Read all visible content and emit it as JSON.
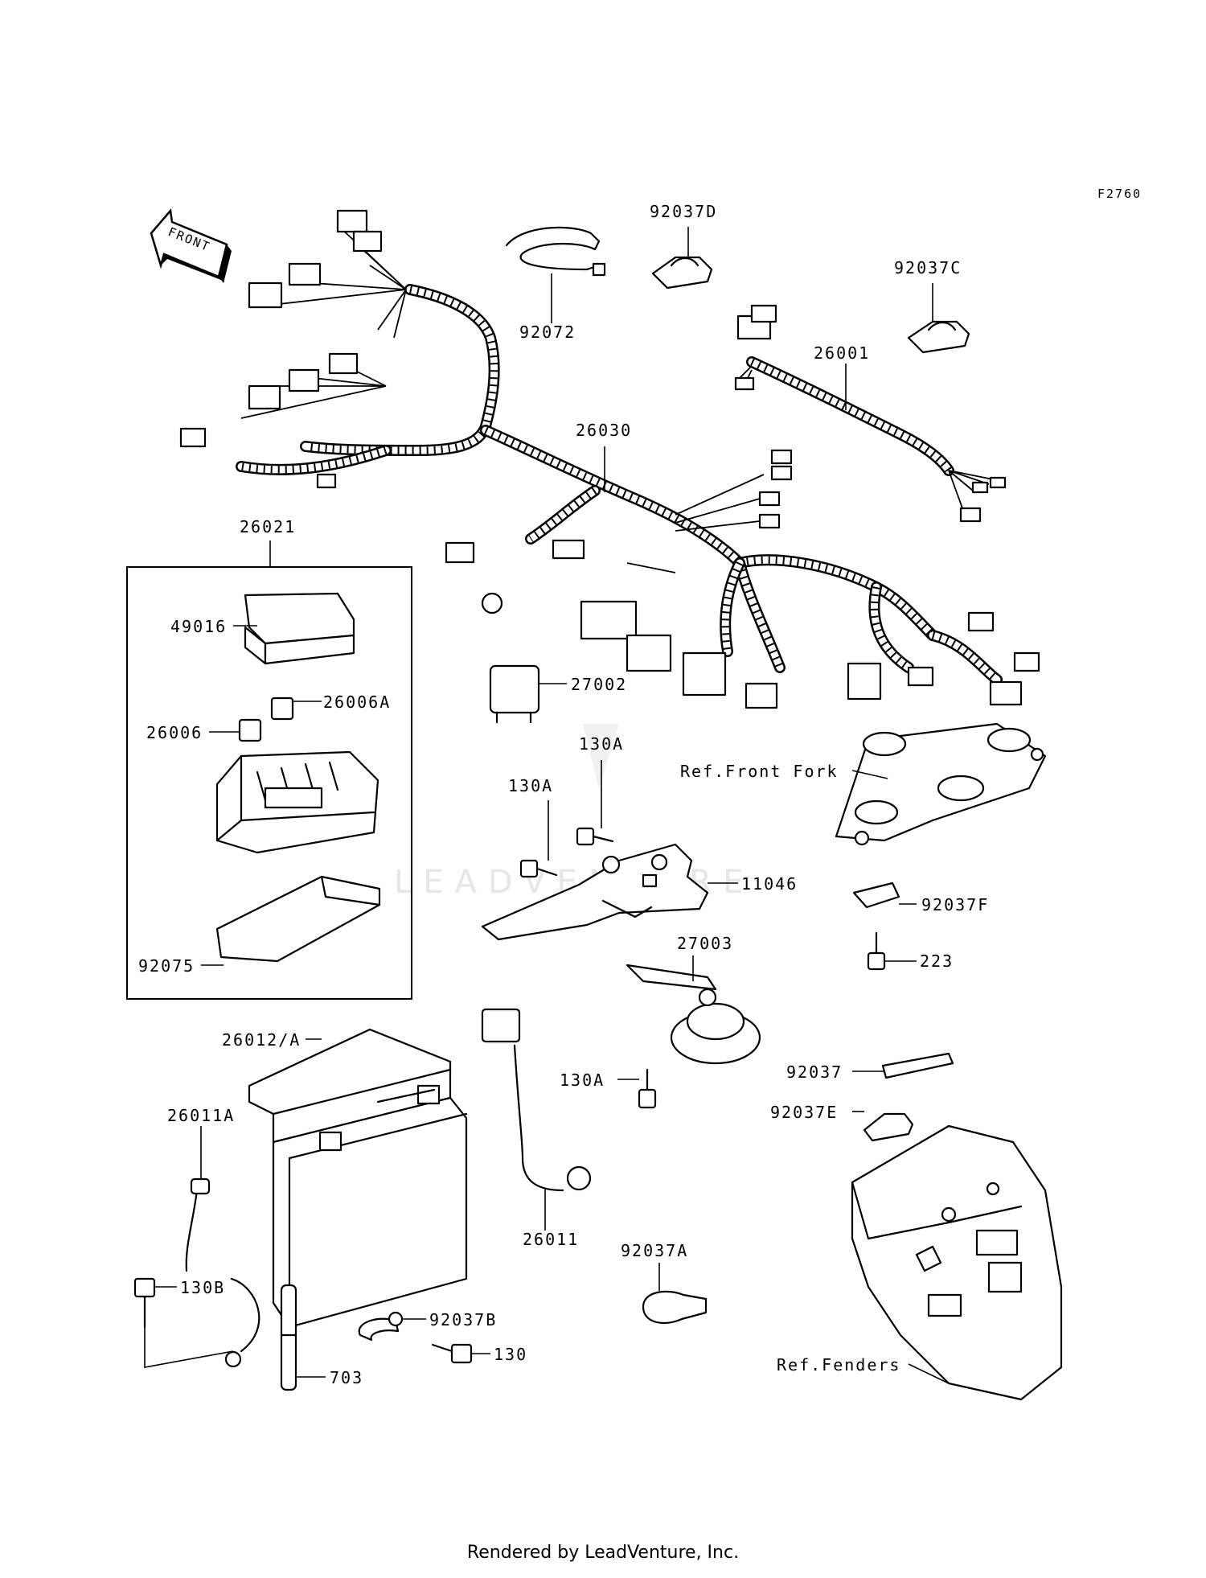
{
  "figure_code": "F2760",
  "front_label": "FRONT",
  "watermark": "LEADVENTURE",
  "footer": "Rendered by LeadVenture, Inc.",
  "callouts": {
    "p92037D": "92037D",
    "p92072": "92072",
    "p92037C": "92037C",
    "p26001": "26001",
    "p26030": "26030",
    "p26021": "26021",
    "p49016": "49016",
    "p26006A": "26006A",
    "p26006": "26006",
    "p92075": "92075",
    "p27002": "27002",
    "p130A_1": "130A",
    "p130A_2": "130A",
    "pRefFork": "Ref.Front Fork",
    "p11046": "11046",
    "p92037F": "92037F",
    "p223": "223",
    "p27003": "27003",
    "p26012A": "26012/A",
    "p130A_3": "130A",
    "p92037": "92037",
    "p92037E": "92037E",
    "p26011A": "26011A",
    "p26011": "26011",
    "p92037A": "92037A",
    "p130B": "130B",
    "p92037B": "92037B",
    "p130": "130",
    "p703": "703",
    "pRefFenders": "Ref.Fenders"
  }
}
